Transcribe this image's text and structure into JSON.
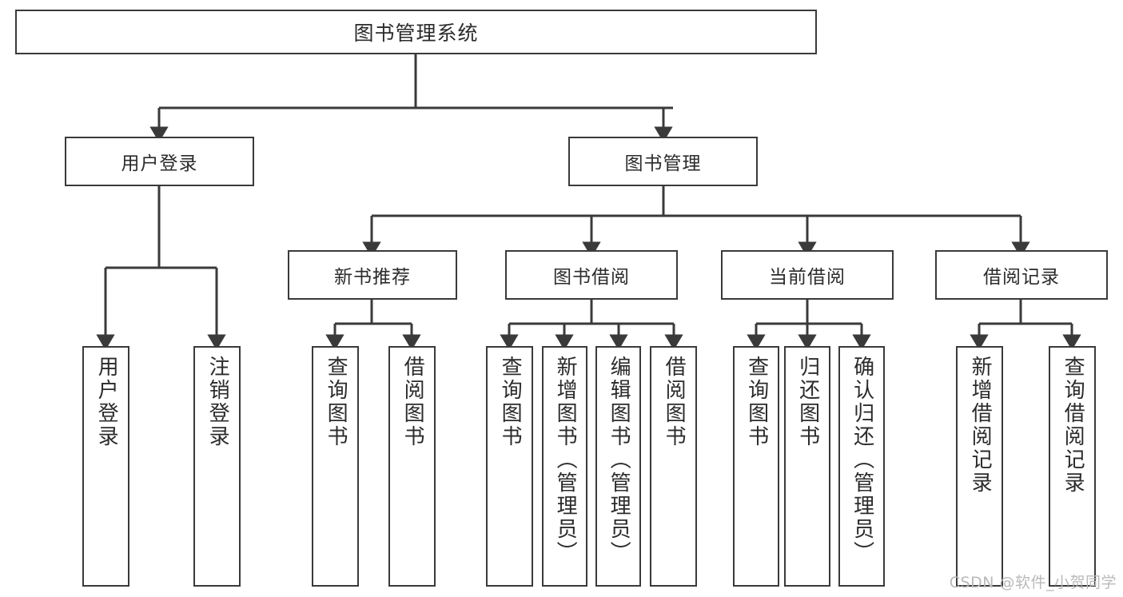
{
  "diagram": {
    "type": "tree",
    "title": "图书管理系统",
    "stroke_color": "#3a3a3a",
    "background_color": "#ffffff",
    "text_color": "#2b2b2b"
  },
  "root": {
    "label": "图书管理系统"
  },
  "level1": [
    {
      "label": "用户登录"
    },
    {
      "label": "图书管理"
    }
  ],
  "level2": [
    {
      "label": "新书推荐"
    },
    {
      "label": "图书借阅"
    },
    {
      "label": "当前借阅"
    },
    {
      "label": "借阅记录"
    }
  ],
  "leaves": {
    "user_login": [
      {
        "label": "用户登录"
      },
      {
        "label": "注销登录"
      }
    ],
    "new_book_recommend": [
      {
        "label": "查询图书"
      },
      {
        "label": "借阅图书"
      }
    ],
    "book_borrow": [
      {
        "label": "查询图书"
      },
      {
        "label": "新增图书（管理员）"
      },
      {
        "label": "编辑图书（管理员）"
      },
      {
        "label": "借阅图书"
      }
    ],
    "current_borrow": [
      {
        "label": "查询图书"
      },
      {
        "label": "归还图书"
      },
      {
        "label": "确认归还（管理员）"
      }
    ],
    "borrow_record": [
      {
        "label": "新增借阅记录"
      },
      {
        "label": "查询借阅记录"
      }
    ]
  },
  "watermark": {
    "text": "CSDN @软件_小贺同学",
    "color": "#b9b9b9"
  }
}
